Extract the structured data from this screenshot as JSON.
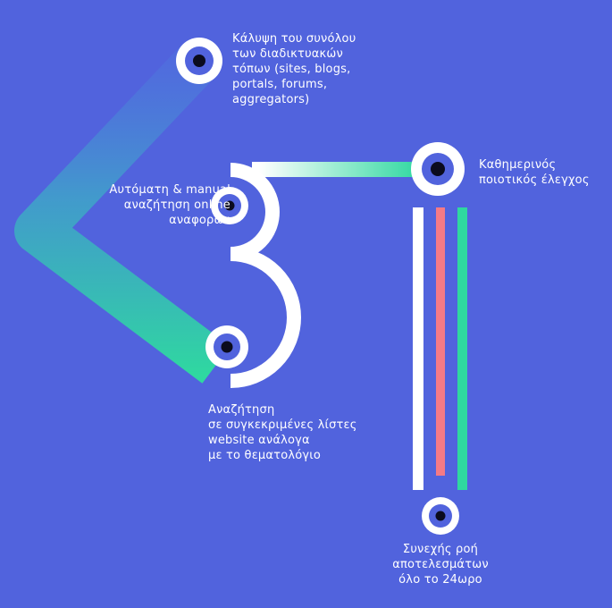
{
  "colors": {
    "background": "#5163DD",
    "node_ring": "#FFFFFF",
    "node_inner": "#5163DD",
    "node_core": "#0B0B1E",
    "accent_green": "#2FD8A0",
    "accent_teal": "#36C8B0",
    "accent_pink": "#F47A86",
    "text": "#FFFFFF"
  },
  "nodes": {
    "coverage": {
      "icon": "target-node-icon",
      "lines": [
        "Κάλυψη του συνόλου",
        "των διαδικτυακών",
        "τόπων (sites, blogs,",
        "portals, forums,",
        "aggregators)"
      ]
    },
    "search": {
      "icon": "target-node-icon",
      "lines": [
        "Αυτόματη & manual",
        "αναζήτηση online",
        "αναφορών"
      ]
    },
    "lists": {
      "icon": "target-node-icon",
      "lines": [
        "Αναζήτηση",
        "σε συγκεκριμένες λίστες",
        "website ανάλογα",
        "με το θεματολόγιο"
      ]
    },
    "quality": {
      "icon": "target-node-icon",
      "lines": [
        "Καθημερινός",
        "ποιοτικός έλεγχος"
      ]
    },
    "flow": {
      "icon": "target-node-icon",
      "lines": [
        "Συνεχής ροή",
        "αποτελεσμάτων",
        "όλο το 24ωρο"
      ]
    }
  }
}
